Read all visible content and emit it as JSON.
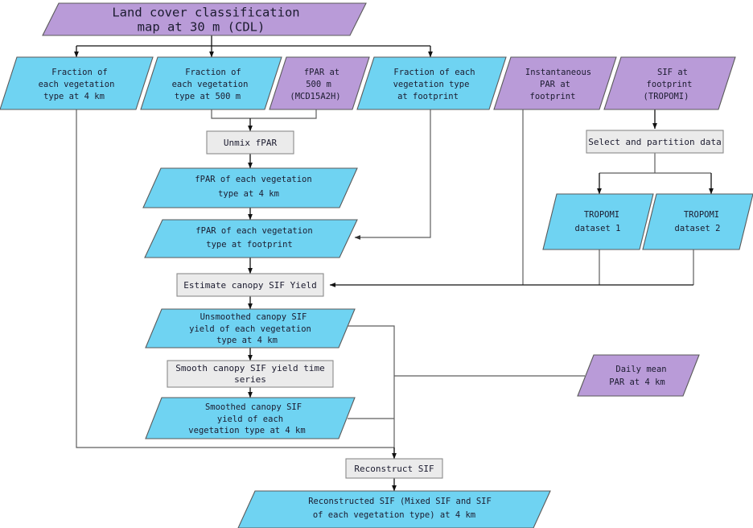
{
  "diagram": {
    "title": "SIF reconstruction workflow flowchart",
    "colors": {
      "data_blue": "#6fd3f2",
      "data_purple": "#b99bd8",
      "process_gray": "#ebebeb",
      "border": "#5a5a5a",
      "connector": "#5e5e5e",
      "text": "#1b1b2f",
      "background": "#ffffff"
    },
    "nodes": {
      "land_cover": {
        "line1": "Land cover classification",
        "line2": "map at 30 m (CDL)",
        "shape": "parallelogram",
        "color": "purple"
      },
      "fraction_4km": {
        "line1": "Fraction of",
        "line2": "each vegetation",
        "line3": "type at 4 km",
        "shape": "parallelogram",
        "color": "blue"
      },
      "fraction_500m": {
        "line1": "Fraction of",
        "line2": "each vegetation",
        "line3": "type at 500 m",
        "shape": "parallelogram",
        "color": "blue"
      },
      "fpar_500m": {
        "line1": "fPAR at",
        "line2": "500 m",
        "line3": "(MCD15A2H)",
        "shape": "parallelogram",
        "color": "purple"
      },
      "fraction_footprint": {
        "line1": "Fraction of each",
        "line2": "vegetation type",
        "line3": "at footprint",
        "shape": "parallelogram",
        "color": "blue"
      },
      "instant_par": {
        "line1": "Instantaneous",
        "line2": "PAR at",
        "line3": "footprint",
        "shape": "parallelogram",
        "color": "purple"
      },
      "sif_footprint": {
        "line1": "SIF at",
        "line2": "footprint",
        "line3": "(TROPOMI)",
        "shape": "parallelogram",
        "color": "purple"
      },
      "unmix_fpar": {
        "line1": "Unmix fPAR",
        "shape": "rectangle",
        "color": "gray"
      },
      "fpar_veg_4km": {
        "line1": "fPAR of each vegetation",
        "line2": "type at 4 km",
        "shape": "parallelogram",
        "color": "blue"
      },
      "fpar_veg_footprint": {
        "line1": "fPAR of each vegetation",
        "line2": "type at footprint",
        "shape": "parallelogram",
        "color": "blue"
      },
      "select_partition": {
        "line1": "Select and partition data",
        "shape": "rectangle",
        "color": "gray"
      },
      "tropomi_1": {
        "line1": "TROPOMI",
        "line2": "dataset 1",
        "shape": "parallelogram",
        "color": "blue"
      },
      "tropomi_2": {
        "line1": "TROPOMI",
        "line2": "dataset 2",
        "shape": "parallelogram",
        "color": "blue"
      },
      "estimate_yield": {
        "line1": "Estimate canopy SIF Yield",
        "shape": "rectangle",
        "color": "gray"
      },
      "unsmoothed_yield": {
        "line1": "Unsmoothed canopy SIF",
        "line2": "yield of each vegetation",
        "line3": "type at 4 km",
        "shape": "parallelogram",
        "color": "blue"
      },
      "smooth_process": {
        "line1": "Smooth canopy SIF yield time",
        "line2": "series",
        "shape": "rectangle",
        "color": "gray"
      },
      "smoothed_yield": {
        "line1": "Smoothed canopy SIF",
        "line2": "yield of each",
        "line3": "vegetation type at 4 km",
        "shape": "parallelogram",
        "color": "blue"
      },
      "daily_par": {
        "line1": "Daily mean",
        "line2": "PAR at 4 km",
        "shape": "parallelogram",
        "color": "purple"
      },
      "reconstruct_sif": {
        "line1": "Reconstruct SIF",
        "shape": "rectangle",
        "color": "gray"
      },
      "reconstructed_output": {
        "line1": "Reconstructed SIF (Mixed SIF and SIF",
        "line2": "of each vegetation type) at 4 km",
        "shape": "parallelogram",
        "color": "blue"
      }
    }
  }
}
